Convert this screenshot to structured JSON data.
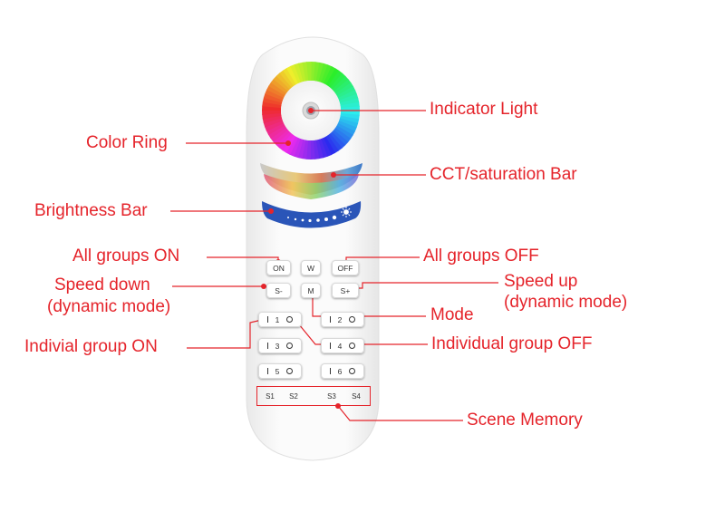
{
  "colors": {
    "accent": "#e5242b",
    "remote_body": "#f7f7f7",
    "button_text": "#333333"
  },
  "labels": {
    "indicator_light": "Indicator Light",
    "color_ring": "Color Ring",
    "cct_bar": "CCT/saturation Bar",
    "brightness_bar": "Brightness Bar",
    "all_on": "All groups ON",
    "all_off": "All groups OFF",
    "speed_down_1": "Speed down",
    "speed_down_2": "(dynamic mode)",
    "speed_up_1": "Speed up",
    "speed_up_2": "(dynamic mode)",
    "mode": "Mode",
    "group_on": "Indivial group ON",
    "group_off": "Individual group OFF",
    "scene_memory": "Scene Memory"
  },
  "buttons": {
    "on": "ON",
    "w": "W",
    "off": "OFF",
    "s_minus": "S-",
    "m": "M",
    "s_plus": "S+",
    "g1": "1",
    "g2": "2",
    "g3": "3",
    "g4": "4",
    "g5": "5",
    "g6": "6",
    "s1": "S1",
    "s2": "S2",
    "s3": "S3",
    "s4": "S4"
  }
}
